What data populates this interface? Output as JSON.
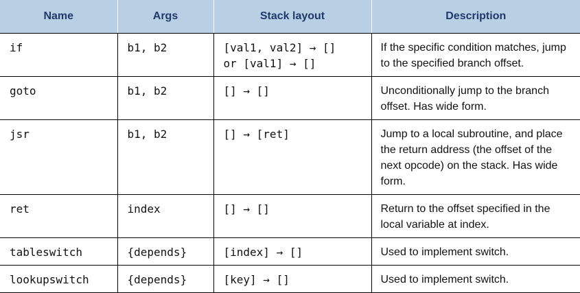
{
  "table": {
    "headers": [
      "Name",
      "Args",
      "Stack layout",
      "Description"
    ],
    "rows": [
      {
        "name": "if",
        "args": "b1, b2",
        "stack": "[val1, val2] → []\nor [val1] → []",
        "description": "If the specific condition matches, jump to the specified branch offset."
      },
      {
        "name": "goto",
        "args": "b1, b2",
        "stack": "[] → []",
        "description": "Unconditionally jump to the branch offset. Has wide form."
      },
      {
        "name": "jsr",
        "args": "b1, b2",
        "stack": "[] → [ret]",
        "description": "Jump to a local subroutine, and place the return address (the offset of the next opcode) on the stack. Has wide form."
      },
      {
        "name": "ret",
        "args": "index",
        "stack": "[] → []",
        "description": "Return to the offset specified in the local variable at index."
      },
      {
        "name": "tableswitch",
        "args": "{depends}",
        "stack": "[index] → []",
        "description": "Used to implement switch."
      },
      {
        "name": "lookupswitch",
        "args": "{depends}",
        "stack": "[key] → []",
        "description": "Used to implement switch."
      }
    ]
  }
}
